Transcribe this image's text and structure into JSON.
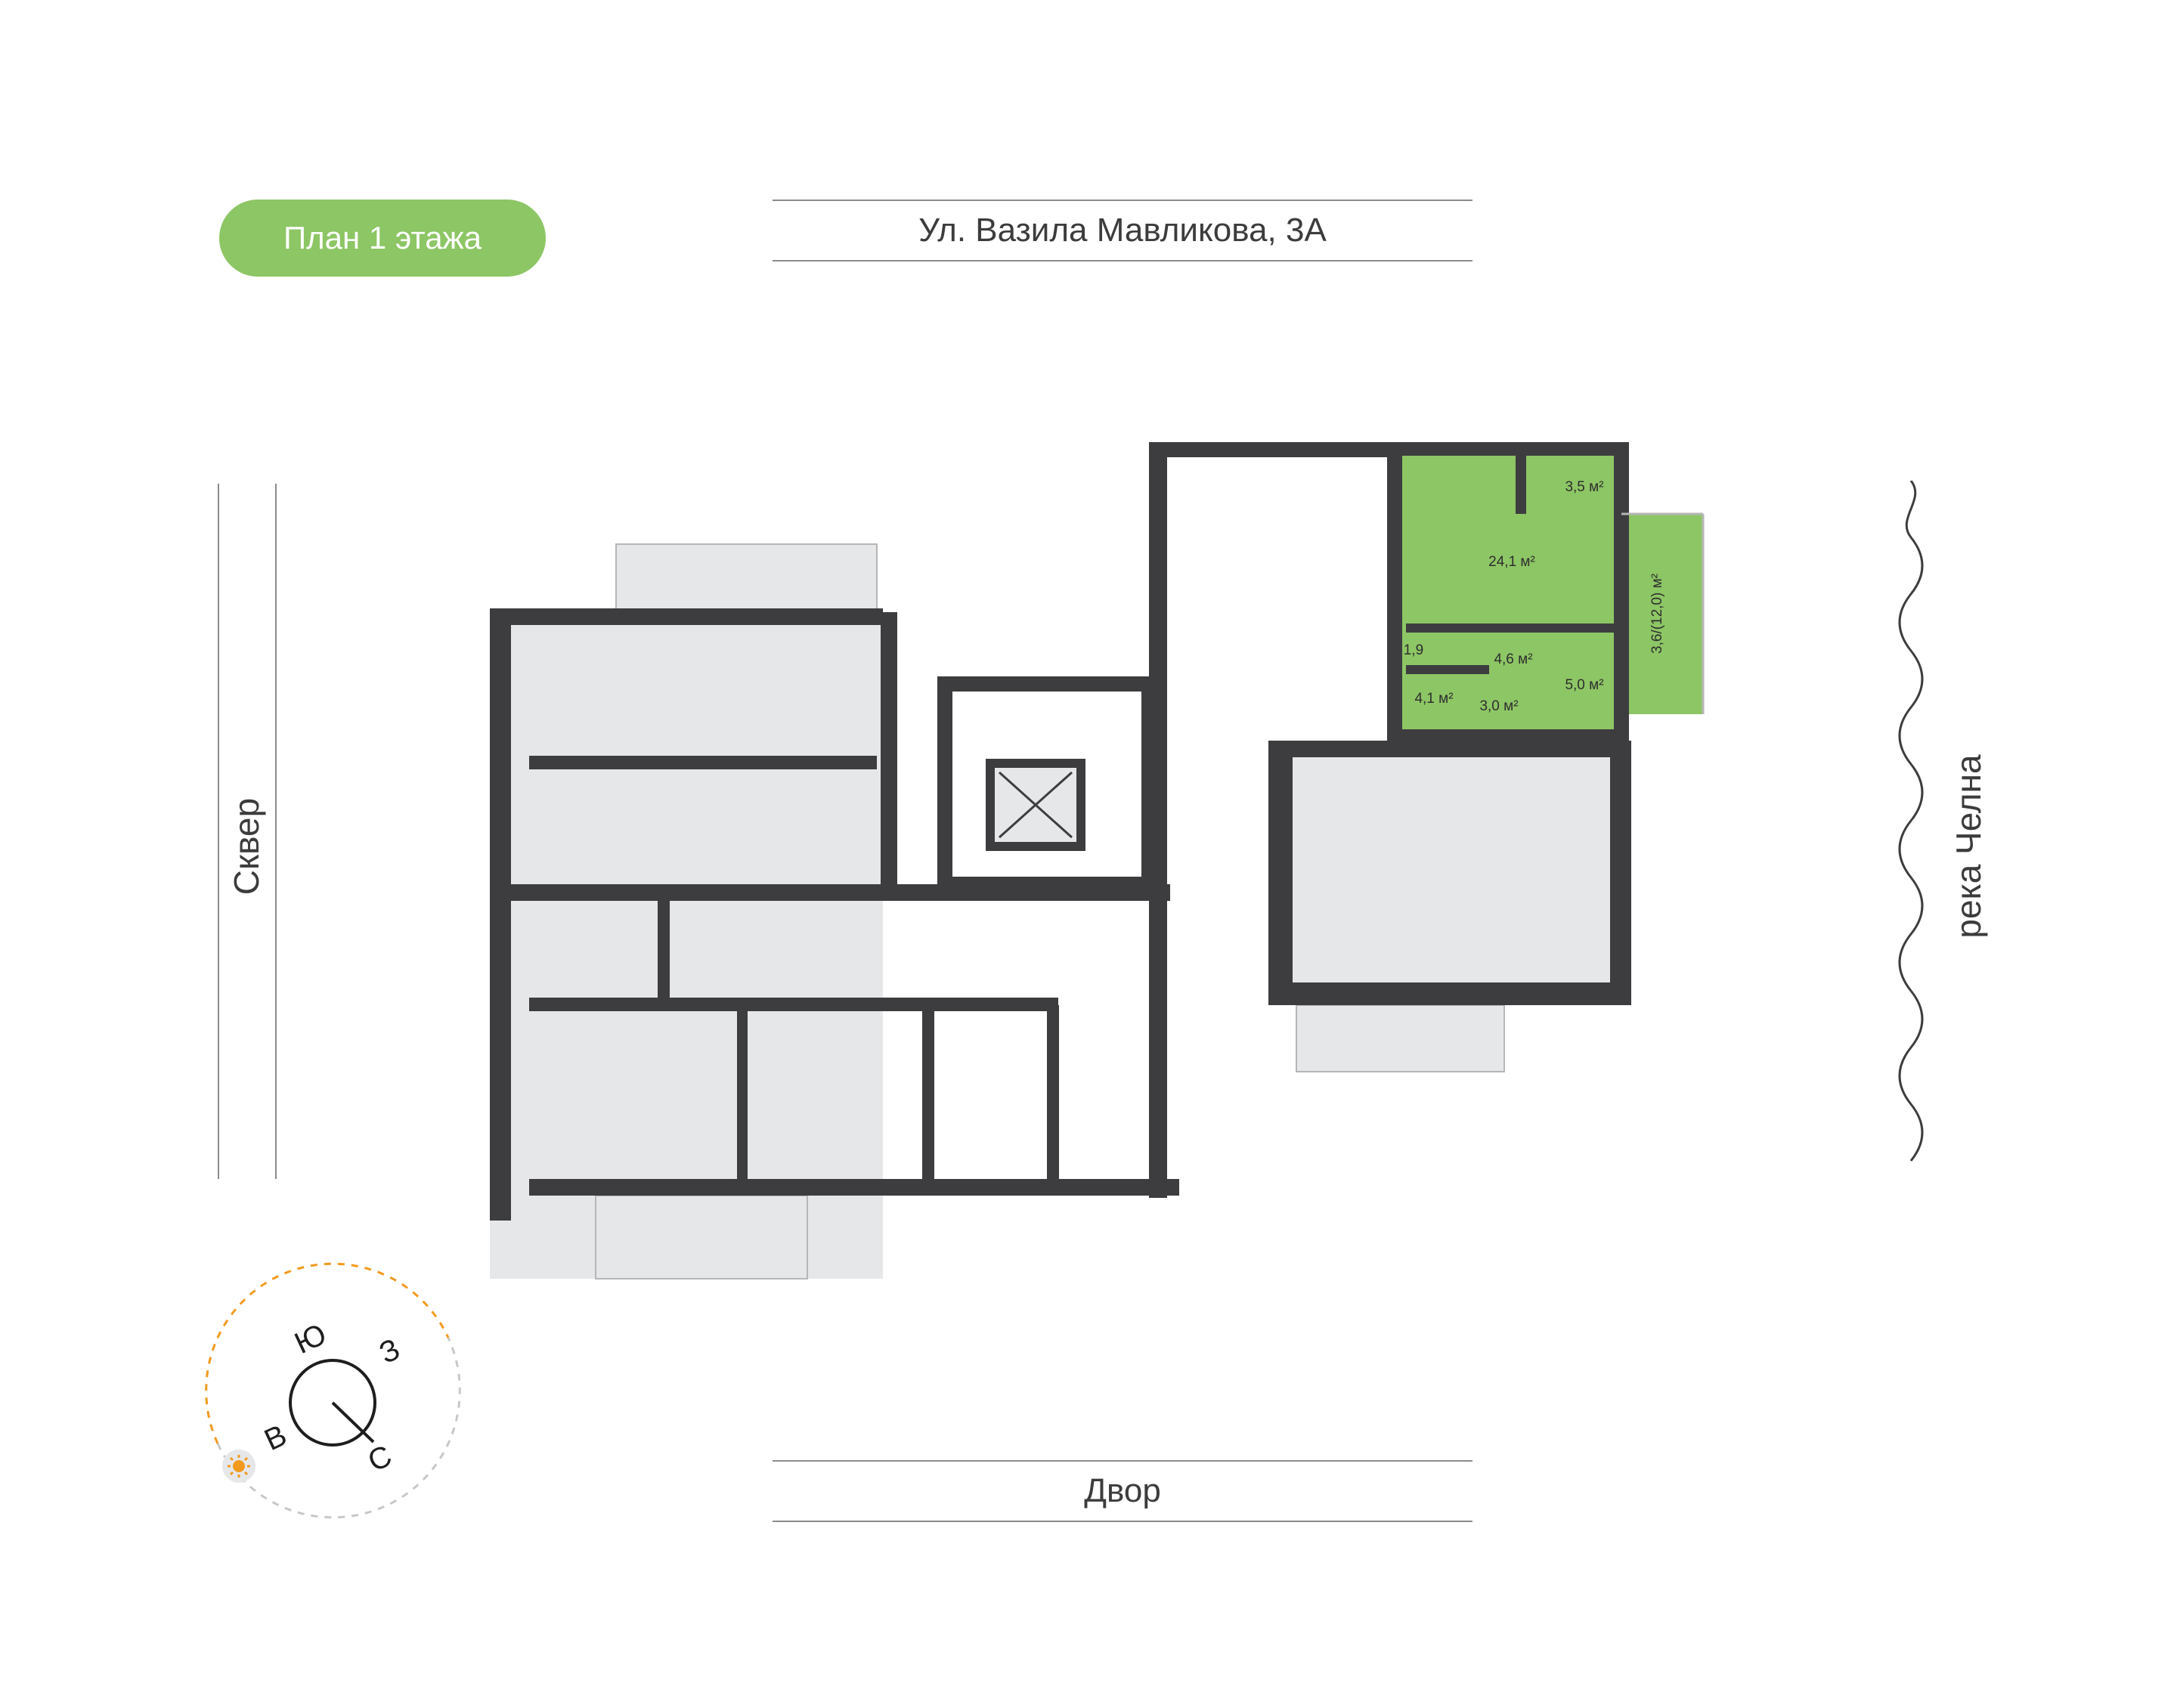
{
  "header": {
    "plan_title": "План 1 этажа",
    "street_top": "Ул. Вазила Мавликова, 3А",
    "street_bottom": "Двор",
    "side_left": "Сквер",
    "side_right": "река Челна"
  },
  "apartment": {
    "rooms": [
      {
        "id": "room-3-5",
        "label": "3,5 м²"
      },
      {
        "id": "room-24-1",
        "label": "24,1 м²"
      },
      {
        "id": "room-balcony",
        "label": "3,6/(12,0) м²"
      },
      {
        "id": "room-1-9",
        "label": "1,9"
      },
      {
        "id": "room-4-6",
        "label": "4,6 м²"
      },
      {
        "id": "room-5-0",
        "label": "5,0 м²"
      },
      {
        "id": "room-4-1",
        "label": "4,1 м²"
      },
      {
        "id": "room-3-0",
        "label": "3,0 м²"
      }
    ]
  },
  "compass": {
    "letters": {
      "south": "Ю",
      "west": "З",
      "east": "В",
      "north": "С"
    },
    "sun_icon": "sun-icon"
  },
  "colors": {
    "accent_green": "#8dc665",
    "wall": "#3d3d3f",
    "room_fill": "#e6e7e9",
    "line": "#8c8c8c",
    "sun": "#f29a1f"
  }
}
